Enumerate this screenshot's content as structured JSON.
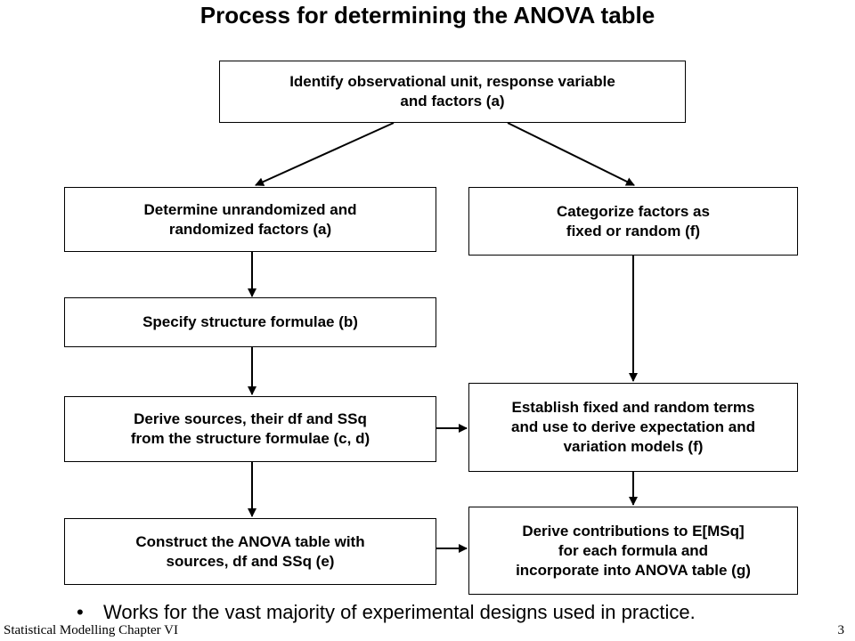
{
  "title": "Process for determining the ANOVA table",
  "boxes": {
    "identify": "Identify observational unit, response variable\nand factors (a)",
    "determine": "Determine unrandomized and\nrandomized factors (a)",
    "categorize": "Categorize factors as\nfixed or random (f)",
    "specify": "Specify structure formulae (b)",
    "derive_sources": "Derive sources, their df and SSq\nfrom the structure formulae (c, d)",
    "establish": "Establish fixed and random terms\nand use to derive expectation and\nvariation models (f)",
    "construct": "Construct the ANOVA table with\nsources, df and SSq (e)",
    "derive_contrib": "Derive contributions to E[MSq]\nfor each formula and\nincorporate into ANOVA table (g)"
  },
  "bullet": "Works for the vast majority of experimental designs used in practice.",
  "footer": "Statistical Modelling   Chapter VI",
  "page_number": "3"
}
